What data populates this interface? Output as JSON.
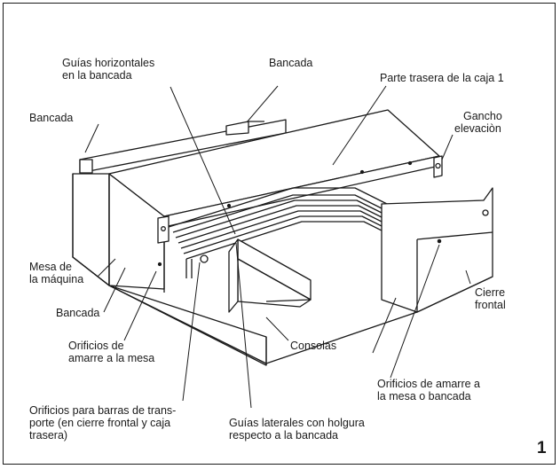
{
  "figure_number": "1",
  "labels": {
    "guias_horizontales": [
      "Guías horizontales",
      "en la bancada"
    ],
    "bancada_top": "Bancada",
    "parte_trasera": "Parte trasera de la caja 1",
    "bancada_left": "Bancada",
    "gancho": [
      "Gancho",
      "elevaciòn"
    ],
    "mesa": [
      "Mesa de",
      "la máquina"
    ],
    "bancada_lower": "Bancada",
    "cierre": [
      "Cierre",
      "frontal"
    ],
    "orificios_mesa": [
      "Orificios de",
      "amarre a la mesa"
    ],
    "consolas": "Consolas",
    "orificios_bancada": [
      "Orificios de amarre a",
      "la mesa o bancada"
    ],
    "orificios_barras": [
      "Orificios para barras de trans-",
      "porte (en cierre frontal y caja",
      "trasera)"
    ],
    "guias_laterales": [
      "Guías laterales con holgura",
      "respecto a la bancada"
    ]
  },
  "colors": {
    "ink": "#1a1a1a",
    "paper": "#ffffff"
  }
}
